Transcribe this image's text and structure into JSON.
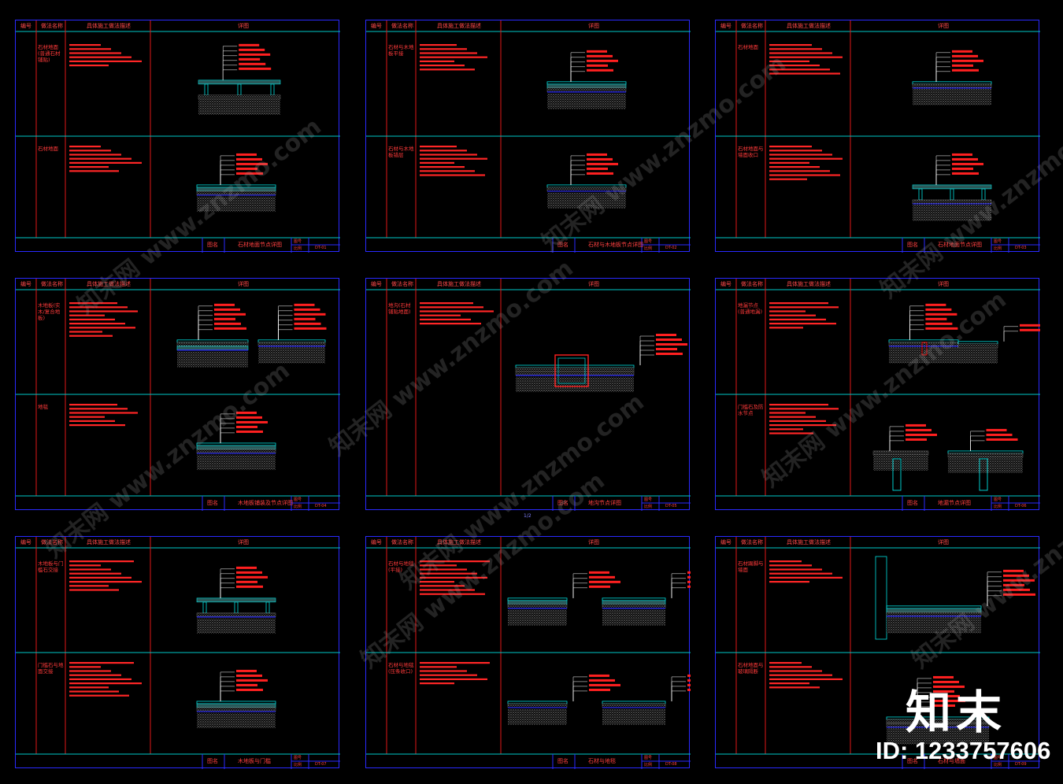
{
  "sheets": [
    {
      "title": "石材地面节点详图",
      "code": "DT-01",
      "rows": [
        {
          "label": "石材地面(普通石材铺贴)"
        },
        {
          "label": "石材地面"
        }
      ]
    },
    {
      "title": "石材与木地板节点详图",
      "code": "DT-02",
      "rows": [
        {
          "label": "石材与木地板平接"
        },
        {
          "label": "石材与木地板错层"
        }
      ]
    },
    {
      "title": "石材地面节点详图",
      "code": "DT-03",
      "rows": [
        {
          "label": "石材地面"
        },
        {
          "label": "石材地面与墙面收口"
        }
      ]
    },
    {
      "title": "木地板铺装及节点详图",
      "code": "DT-04",
      "rows": [
        {
          "label": "木地板(实木/复合地板)"
        },
        {
          "label": "地毯"
        }
      ]
    },
    {
      "title": "地沟节点详图",
      "code": "DT-05",
      "rows": [
        {
          "label": "地沟(石材铺贴地面)"
        }
      ]
    },
    {
      "title": "地漏节点详图",
      "code": "DT-06",
      "rows": [
        {
          "label": "地漏节点(普通地漏)"
        },
        {
          "label": "门槛石及防水节点"
        }
      ]
    },
    {
      "title": "木地板与门槛",
      "code": "DT-07",
      "rows": [
        {
          "label": "木地板与门槛石交接"
        },
        {
          "label": "门槛石与地面交接"
        }
      ]
    },
    {
      "title": "石材与地毯",
      "code": "DT-08",
      "rows": [
        {
          "label": "石材与地毯(平接)"
        },
        {
          "label": "石材与地毯(压条收口)"
        }
      ]
    },
    {
      "title": "石材与墙面",
      "code": "DT-09",
      "rows": [
        {
          "label": "石材踢脚与墙面"
        },
        {
          "label": "石材地面与玻璃隔断"
        }
      ]
    }
  ],
  "header_labels": {
    "col1": "编号",
    "col2": "做法名称",
    "col3": "具体施工做法描述",
    "col4": "详图"
  },
  "titleblock_labels": {
    "name_label": "图名",
    "sheet_label": "图号",
    "scale_label": "比例"
  },
  "page_number": "1/2",
  "watermark": "知末网 www.znzmo.com",
  "brand": "知末",
  "image_id": "ID: 1233757606",
  "colors": {
    "frame": "#2a2aff",
    "divider": "#00c8c8",
    "text": "#ff3030",
    "accent": "#00e0e0"
  }
}
